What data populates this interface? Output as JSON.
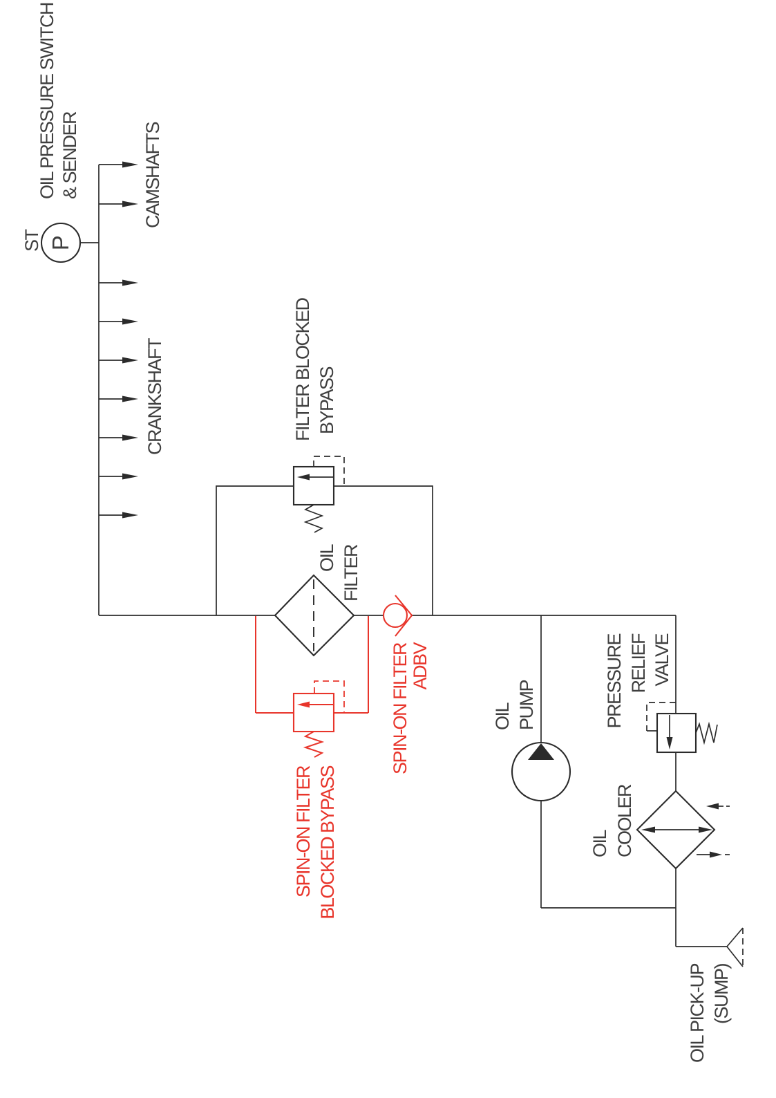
{
  "diagram": {
    "title": {
      "line1": "OIL PRESSURE SWITCH",
      "line2": "& SENDER"
    },
    "sensor": {
      "tag": "ST",
      "gauge_letter": "P"
    },
    "outlets": {
      "camshafts": "CAMSHAFTS",
      "crankshaft": "CRANKSHAFT"
    },
    "filter_bypass": {
      "line1": "FILTER BLOCKED",
      "line2": "BYPASS"
    },
    "oil_filter": {
      "line1": "OIL",
      "line2": "FILTER"
    },
    "adbv": {
      "line1": "SPIN-ON FILTER",
      "line2": "ADBV"
    },
    "spin_on_bypass": {
      "line1": "SPIN-ON FILTER",
      "line2": "BLOCKED BYPASS"
    },
    "oil_pump": {
      "line1": "OIL",
      "line2": "PUMP"
    },
    "relief_valve": {
      "line1": "PRESSURE",
      "line2": "RELIEF",
      "line3": "VALVE"
    },
    "oil_cooler": {
      "line1": "OIL",
      "line2": "COOLER"
    },
    "pickup": {
      "line1": "OIL PICK-UP",
      "line2": "(SUMP)"
    },
    "colors": {
      "line": "#2b2b2b",
      "red": "#e8352b",
      "text": "#3f3f3f"
    }
  }
}
